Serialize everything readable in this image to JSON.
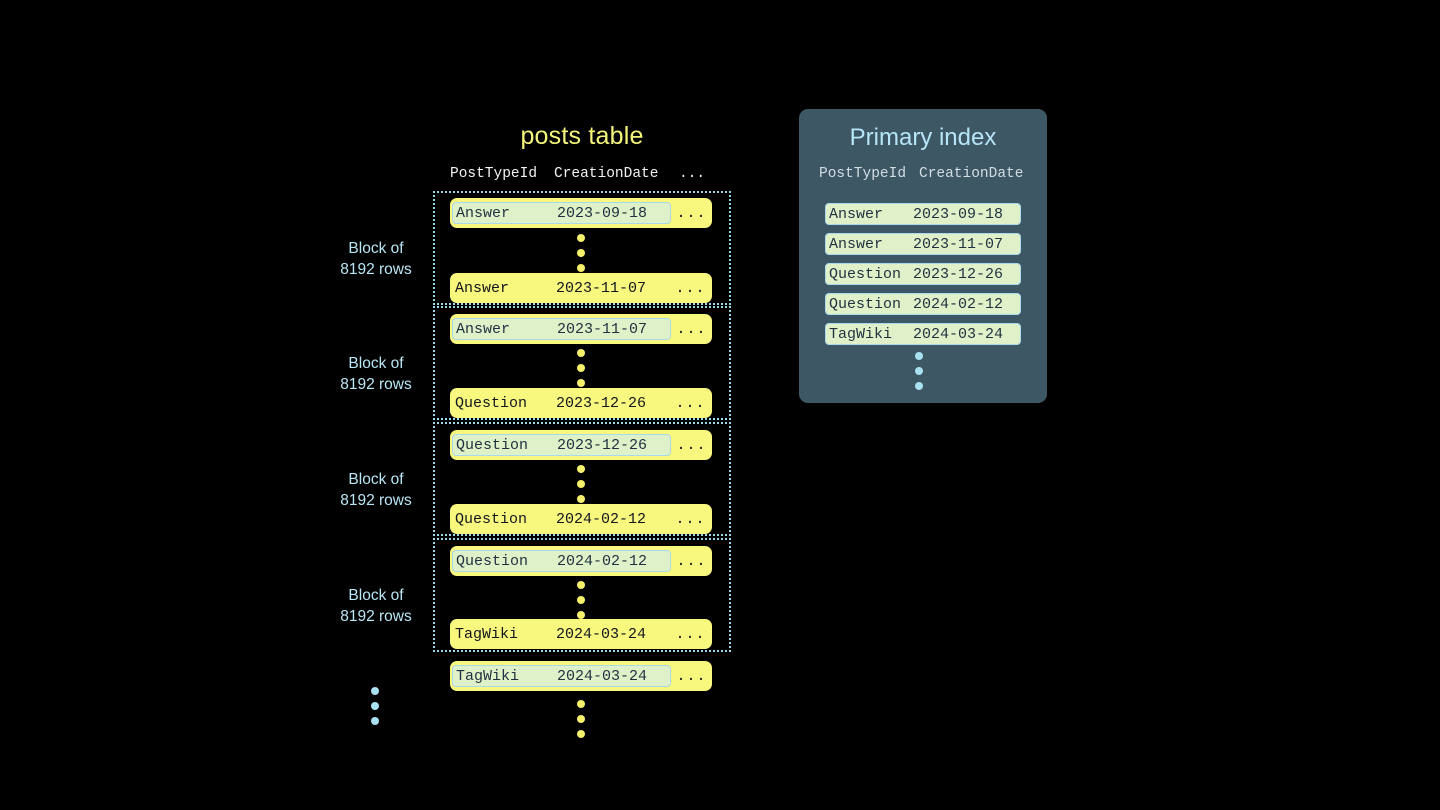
{
  "posts_table": {
    "title": "posts table",
    "columns": [
      "PostTypeId",
      "CreationDate",
      "..."
    ],
    "ellipsis_cell": "...",
    "blocks": [
      {
        "label_line1": "Block of",
        "label_line2": "8192 rows",
        "first_row": {
          "post_type_id": "Answer",
          "creation_date": "2023-09-18",
          "rest": "...",
          "highlighted": true
        },
        "last_row": {
          "post_type_id": "Answer",
          "creation_date": "2023-11-07",
          "rest": "...",
          "highlighted": false
        }
      },
      {
        "label_line1": "Block of",
        "label_line2": "8192 rows",
        "first_row": {
          "post_type_id": "Answer",
          "creation_date": "2023-11-07",
          "rest": "...",
          "highlighted": true
        },
        "last_row": {
          "post_type_id": "Question",
          "creation_date": "2023-12-26",
          "rest": "...",
          "highlighted": false
        }
      },
      {
        "label_line1": "Block of",
        "label_line2": "8192 rows",
        "first_row": {
          "post_type_id": "Question",
          "creation_date": "2023-12-26",
          "rest": "...",
          "highlighted": true
        },
        "last_row": {
          "post_type_id": "Question",
          "creation_date": "2024-02-12",
          "rest": "...",
          "highlighted": false
        }
      },
      {
        "label_line1": "Block of",
        "label_line2": "8192 rows",
        "first_row": {
          "post_type_id": "Question",
          "creation_date": "2024-02-12",
          "rest": "...",
          "highlighted": true
        },
        "last_row": {
          "post_type_id": "TagWiki",
          "creation_date": "2024-03-24",
          "rest": "...",
          "highlighted": false
        }
      }
    ],
    "trailing_row": {
      "post_type_id": "TagWiki",
      "creation_date": "2024-03-24",
      "rest": "...",
      "highlighted": true
    }
  },
  "primary_index": {
    "title": "Primary index",
    "columns": [
      "PostTypeId",
      "CreationDate"
    ],
    "entries": [
      {
        "post_type_id": "Answer",
        "creation_date": "2023-09-18"
      },
      {
        "post_type_id": "Answer",
        "creation_date": "2023-11-07"
      },
      {
        "post_type_id": "Question",
        "creation_date": "2023-12-26"
      },
      {
        "post_type_id": "Question",
        "creation_date": "2024-02-12"
      },
      {
        "post_type_id": "TagWiki",
        "creation_date": "2024-03-24"
      }
    ]
  },
  "colors": {
    "background": "#000000",
    "row_yellow": "#f8f87f",
    "highlight_green": "#dff1c9",
    "highlight_border": "#a9d9ec",
    "block_border": "#9fd7e8",
    "posts_title": "#f5f57a",
    "panel_bg": "#3d5765",
    "panel_title": "#b6e6f7",
    "label_blue": "#b9e6f5",
    "dot_yellow": "#f5f06a",
    "dot_blue": "#a9e2f2"
  }
}
